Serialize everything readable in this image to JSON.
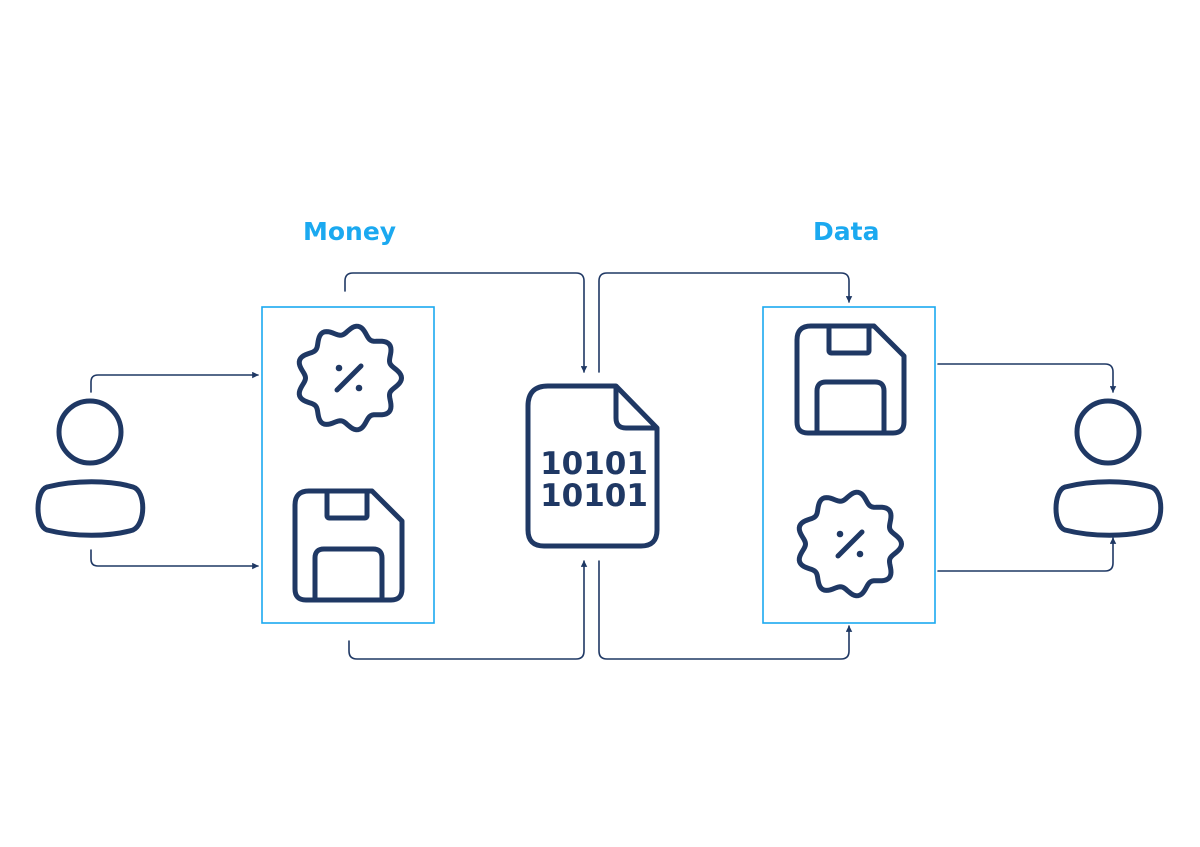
{
  "labels": {
    "money": "Money",
    "data": "Data"
  },
  "document": {
    "line1": "10101",
    "line2": "10101"
  },
  "icons": [
    "user-icon",
    "discount-badge-icon",
    "floppy-disk-icon",
    "binary-file-icon"
  ],
  "colors": {
    "stroke": "#1F3864",
    "accent": "#1BA9F0",
    "background": "#FFFFFF"
  }
}
